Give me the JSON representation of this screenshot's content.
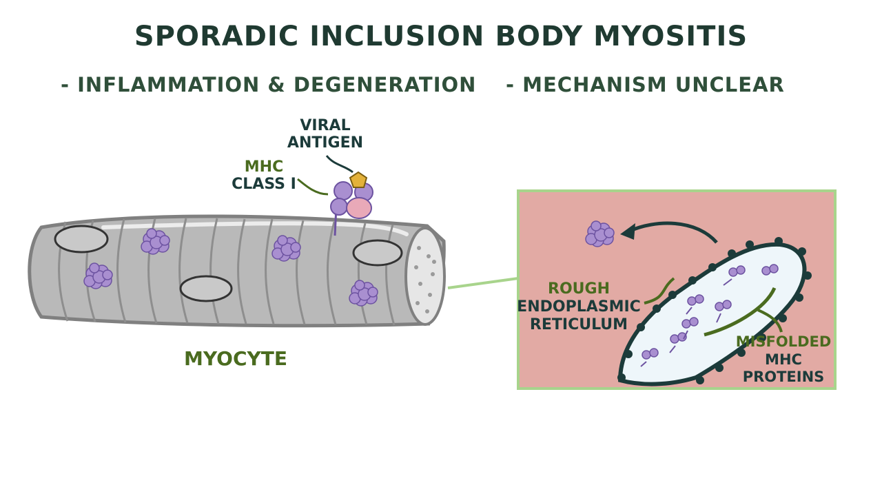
{
  "title": "SPORADIC INCLUSION BODY MYOSITIS",
  "bullets": {
    "left": "- INFLAMMATION & DEGENERATION",
    "right": "- MECHANISM UNCLEAR"
  },
  "labels": {
    "viral_antigen_1": "VIRAL",
    "viral_antigen_2": "ANTIGEN",
    "mhc_1": "MHC",
    "mhc_2": "CLASS I",
    "myocyte": "MYOCYTE",
    "rer_1": "ROUGH",
    "rer_2": "ENDOPLASMIC",
    "rer_3": "RETICULUM",
    "misfolded_1": "MISFOLDED",
    "misfolded_2": "MHC",
    "misfolded_3": "PROTEINS"
  },
  "colors": {
    "title": "#1f3a31",
    "olive_label": "#4a6b1f",
    "inset_bg": "#e2aaa4",
    "inset_border": "#a8d48c",
    "er_fill": "#eef6fa",
    "er_outline": "#1c3b3a",
    "protein_purple": "#a98fd0",
    "antigen_yellow": "#e3b13a",
    "mhc_pink": "#e9a9b8",
    "muscle_gray": "#b9b9b9"
  },
  "icons": {
    "myocyte": "muscle-fiber-icon",
    "protein": "protein-aggregate-icon",
    "antigen": "viral-antigen-icon",
    "arrow": "curved-arrow-icon"
  }
}
